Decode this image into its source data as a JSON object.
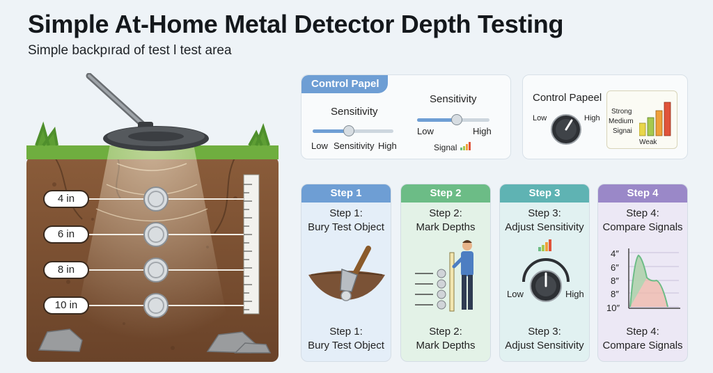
{
  "title": "Simple At-Home Metal Detector Depth Testing",
  "subtitle": "Simple backpırad of test l test area",
  "scene": {
    "depths": [
      "4 in",
      "6 in",
      "8 in",
      "10 in"
    ]
  },
  "control_panel_a": {
    "tab": "Control Papel",
    "left": {
      "heading": "Sensitivity",
      "low": "Low",
      "mid": "Sensitivity",
      "high": "High",
      "level": 0.45
    },
    "right": {
      "heading": "Sensitivity",
      "low": "Low",
      "high": "High",
      "signal": "Signal",
      "level": 0.55
    }
  },
  "control_panel_b": {
    "heading": "Control Papeel",
    "low": "Low",
    "high": "High",
    "meter": {
      "strong": "Strong",
      "medium": "Medium",
      "signal": "Signai",
      "weak": "Weak"
    }
  },
  "steps": [
    {
      "head": "Step 1",
      "line1": "Step 1:",
      "line2": "Bury Test Object",
      "foot1": "Step 1:",
      "foot2": "Bury Test Object"
    },
    {
      "head": "Step 2",
      "line1": "Step 2:",
      "line2": "Mark Depths",
      "foot1": "Step 2:",
      "foot2": "Mark Depths"
    },
    {
      "head": "Step 3",
      "line1": "Step 3:",
      "line2": "Adjust Sensitivity",
      "foot1": "Step 3:",
      "foot2": "Adjust Sensitivity",
      "low": "Low",
      "high": "High"
    },
    {
      "head": "Step 4",
      "line1": "Step 4:",
      "line2": "Compare Signals",
      "foot1": "Step 4:",
      "foot2": "Compare Signals",
      "depths": [
        "4″",
        "6″",
        "8″",
        "8″",
        "10″"
      ]
    }
  ],
  "colors": {
    "accent_blue": "#6e9ed4",
    "accent_green": "#6cbc86",
    "accent_teal": "#5fb3b3",
    "accent_purple": "#9a88c8",
    "soil": "#7a5236",
    "grass": "#6fae3f"
  },
  "icons": [
    "metal-detector-icon",
    "coin-icon",
    "ruler-icon",
    "rock-icon",
    "trowel-icon",
    "person-icon",
    "knob-icon",
    "signal-bars-icon",
    "signal-graph-icon"
  ]
}
